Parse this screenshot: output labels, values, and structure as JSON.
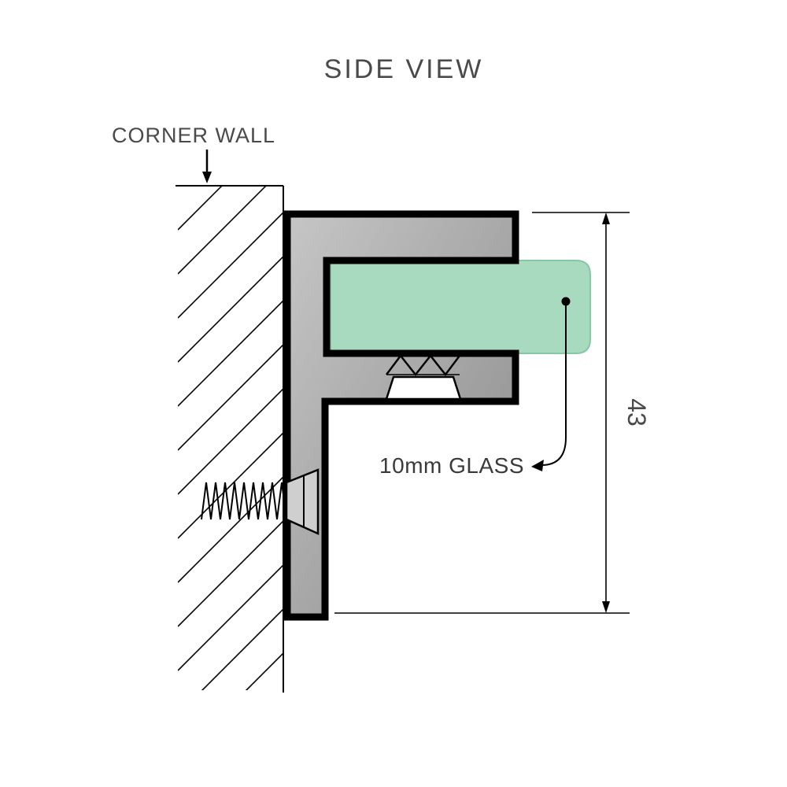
{
  "title": "SIDE VIEW",
  "labels": {
    "corner_wall": "CORNER WALL",
    "glass": "10mm GLASS"
  },
  "dimension": {
    "value": "43"
  },
  "colors": {
    "text": "#4a4a4a",
    "label_text": "#3a3a3a",
    "outline": "#000000",
    "glass_fill": "#a7dabf",
    "glass_stroke": "#86c7a6",
    "bracket_light": "#c6c6c6",
    "bracket_dark": "#8a8a8a",
    "screw_head_fill": "#cfcfcf",
    "gasket_fill": "#ffffff"
  }
}
